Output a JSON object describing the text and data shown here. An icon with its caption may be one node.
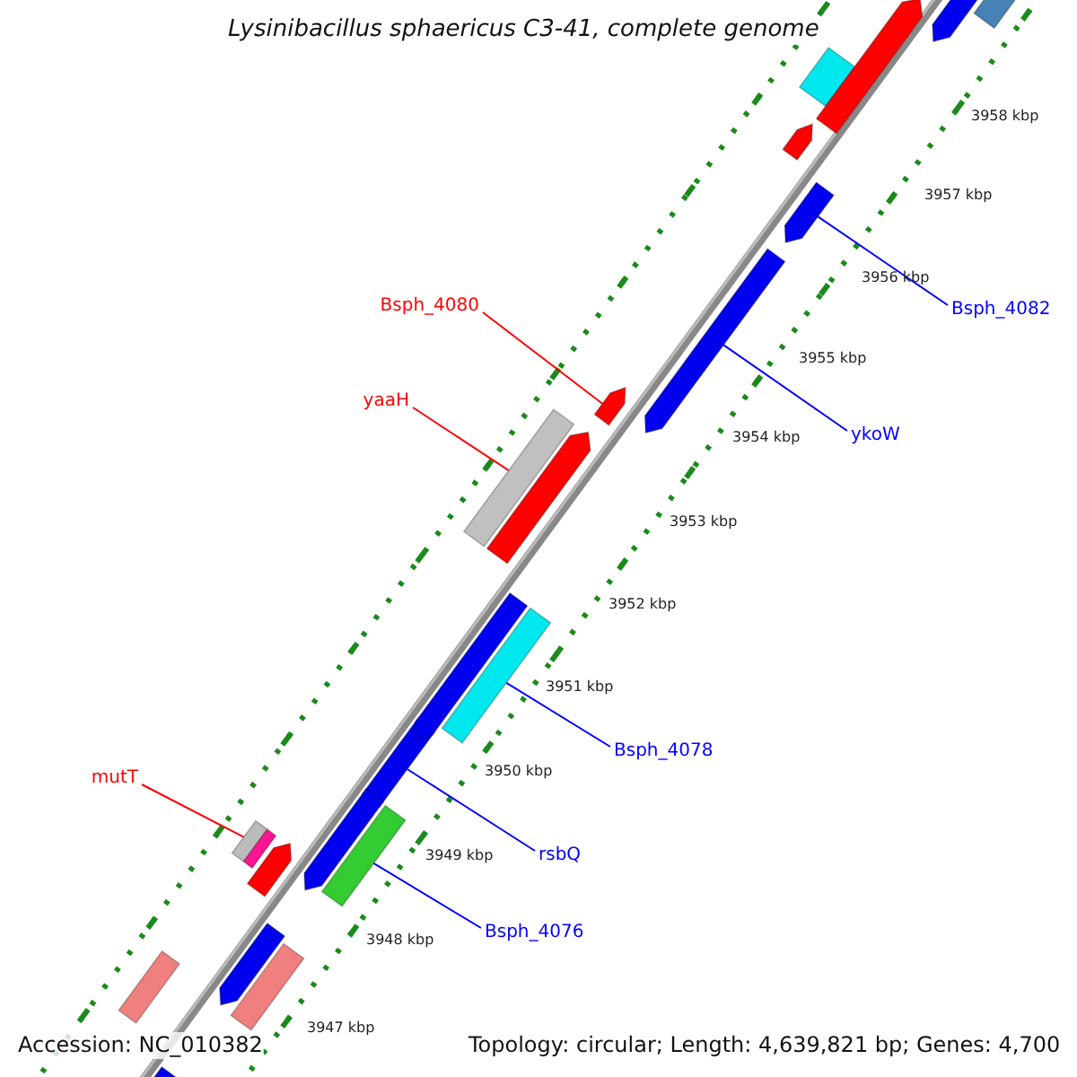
{
  "diagram": {
    "title": "Lysinibacillus sphaericus C3-41, complete genome",
    "nodes": [
      {
        "text": [
          "Bsph_4080"
        ]
      },
      {
        "text": [],
        "shape": "bar"
      },
      {
        "text": [
          "Bsph_4082"
        ]
      },
      {
        "text": [],
        "shape": "bar"
      },
      {
        "text": [
          "yaaH"
        ]
      },
      {
        "text": [],
        "shape": "bar"
      },
      {
        "text": [
          "ykoW"
        ]
      },
      {
        "text": [],
        "shape": "bar"
      },
      {
        "text": [
          "Bsph_4078"
        ]
      },
      {
        "text": [],
        "shape": "bar"
      },
      {
        "text": [
          "mutT"
        ]
      },
      {
        "text": [],
        "shape": "bar"
      },
      {
        "text": [
          "rsbQ"
        ]
      },
      {
        "text": [],
        "shape": "bar"
      },
      {
        "text": [
          "Bsph_4076"
        ]
      },
      {
        "text": [],
        "shape": "bar"
      },
      {
        "text": [],
        "shape": "bar"
      },
      {
        "text": [],
        "shape": "bar"
      },
      {
        "text": [],
        "shape": "bar"
      },
      {
        "text": [],
        "shape": "bar"
      },
      {
        "text": [],
        "shape": "bar"
      },
      {
        "text": [],
        "shape": "bar"
      },
      {
        "text": [],
        "shape": "bar"
      },
      {
        "text": [],
        "shape": "bar"
      },
      {
        "text": [],
        "shape": "bar"
      },
      {
        "text": [],
        "shape": "bar"
      },
      {
        "text": [],
        "shape": "bar"
      },
      {
        "text": [],
        "shape": "bar"
      },
      {
        "text": [],
        "shape": "bar"
      }
    ],
    "edges": [
      {
        "from": 0,
        "to": 1,
        "arrow": "none",
        "color": "#ff0000"
      },
      {
        "from": 2,
        "to": 3,
        "arrow": "none"
      },
      {
        "from": 4,
        "to": 5,
        "arrow": "none",
        "color": "#ff0000"
      },
      {
        "from": 6,
        "to": 7,
        "arrow": "none"
      },
      {
        "from": 8,
        "to": 9,
        "arrow": "none"
      },
      {
        "from": 10,
        "to": 11,
        "arrow": "none",
        "color": "#ff0000"
      },
      {
        "from": 12,
        "to": 13,
        "arrow": "none"
      },
      {
        "from": 14,
        "to": 15,
        "arrow": "none"
      }
    ],
    "labels": [
      "3958 kbp",
      "3957 kbp",
      "3956 kbp",
      "3955 kbp",
      "3954 kbp",
      "3953 kbp",
      "3952 kbp",
      "3951 kbp",
      "3950 kbp",
      "3949 kbp",
      "3948 kbp",
      "3947 kbp",
      "Accession: NC_010382",
      "Topology: circular; Length: 4,639,821 bp; Genes: 4,700"
    ]
  }
}
